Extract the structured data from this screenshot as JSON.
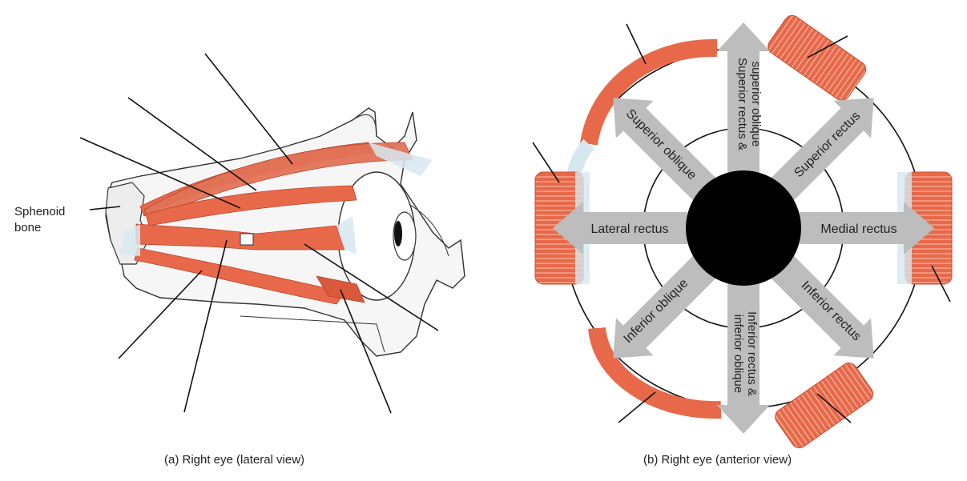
{
  "panel_a": {
    "caption": "(a) Right eye (lateral view)",
    "sphenoid_label_line1": "Sphenoid",
    "sphenoid_label_line2": "bone"
  },
  "panel_b": {
    "caption": "(b) Right eye (anterior view)",
    "arrows": {
      "lateral_rectus": "Lateral rectus",
      "medial_rectus": "Medial rectus",
      "superior_oblique": "Superior oblique",
      "superior_rectus": "Superior rectus",
      "inferior_oblique": "Inferior oblique",
      "inferior_rectus": "Inferior rectus",
      "up_line1": "Superior rectus &",
      "up_line2": "superior oblique",
      "down_line1": "Inferior rectus &",
      "down_line2": "inferior oblique"
    }
  },
  "colors": {
    "muscle": "#e8694a",
    "muscle_dark": "#c94a2e",
    "arrow": "#bdbdbd",
    "pupil": "#000000",
    "outline": "#222222"
  }
}
